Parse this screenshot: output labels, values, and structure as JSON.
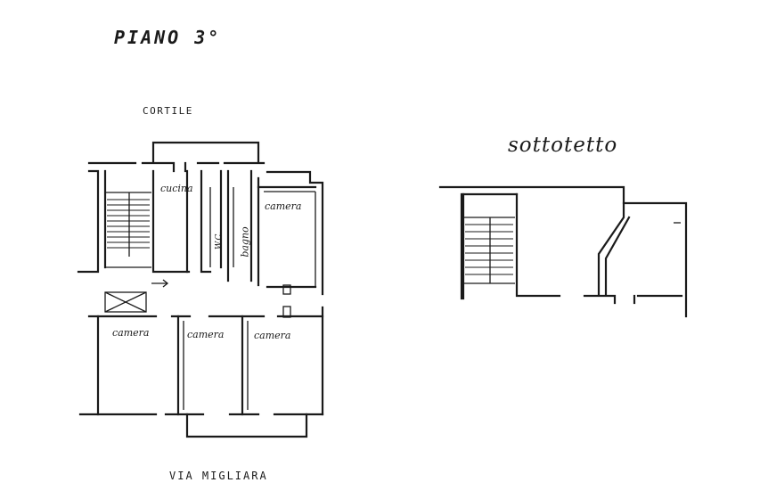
{
  "plan": {
    "title": "PIANO 3°",
    "top_label": "CORTILE",
    "bottom_label": "VIA MIGLIARA",
    "attic_title": "sottotetto"
  },
  "rooms": {
    "kitchen": "cucina",
    "bedroom_1": "camera",
    "wc": "W.C.",
    "bathroom": "bagno",
    "bedroom_2": "camera",
    "bedroom_3": "camera",
    "bedroom_4": "camera"
  }
}
